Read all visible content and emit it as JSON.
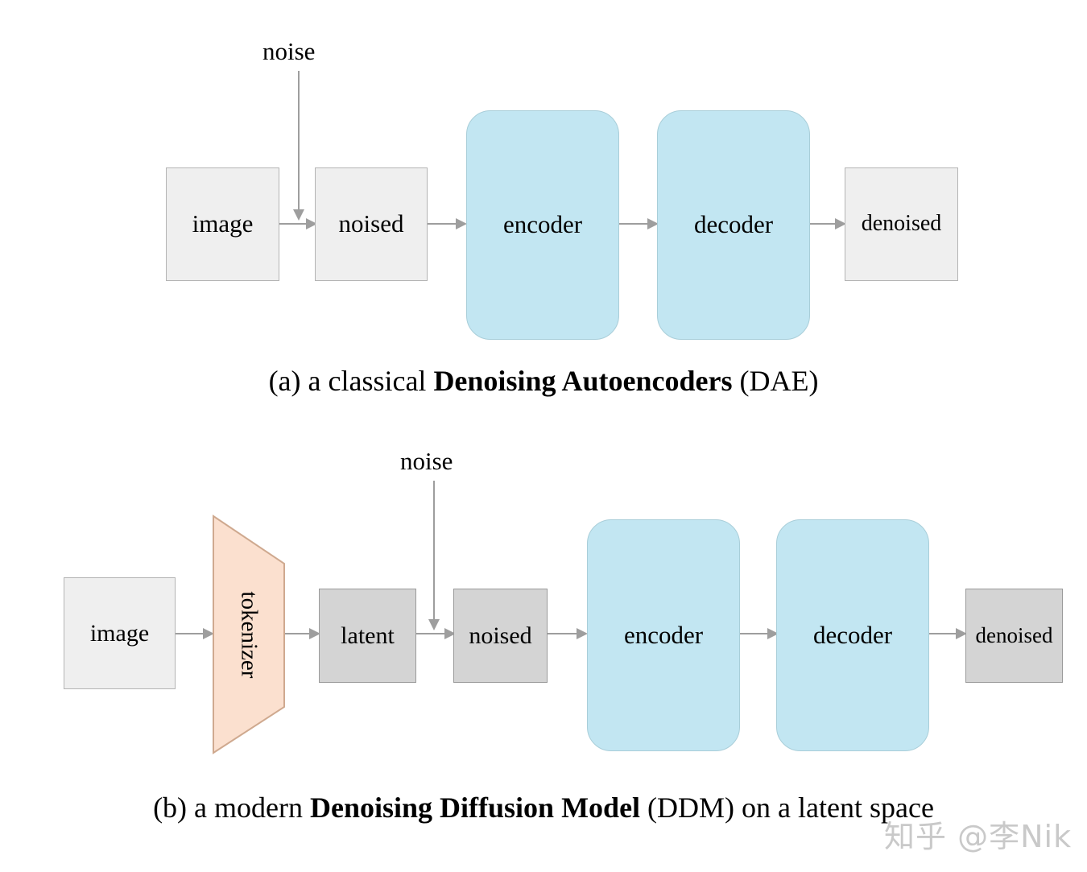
{
  "figure": {
    "panels": [
      {
        "id": "panel-a",
        "caption_prefix": "(a) a classical ",
        "caption_bold": "Denoising Autoencoders",
        "caption_suffix": " (DAE)",
        "noise_label": "noise",
        "nodes": [
          {
            "id": "image",
            "label": "image",
            "style": "box-light"
          },
          {
            "id": "noised",
            "label": "noised",
            "style": "box-light"
          },
          {
            "id": "encoder",
            "label": "encoder",
            "style": "box-blue"
          },
          {
            "id": "decoder",
            "label": "decoder",
            "style": "box-blue"
          },
          {
            "id": "denoised",
            "label": "denoised",
            "style": "box-light"
          }
        ]
      },
      {
        "id": "panel-b",
        "caption_prefix": "(b) a modern ",
        "caption_bold": "Denoising Diffusion Model",
        "caption_suffix": " (DDM) on a latent space",
        "noise_label": "noise",
        "nodes": [
          {
            "id": "image",
            "label": "image",
            "style": "box-light"
          },
          {
            "id": "tokenizer",
            "label": "tokenizer",
            "style": "trapezoid"
          },
          {
            "id": "latent",
            "label": "latent",
            "style": "box-dark"
          },
          {
            "id": "noised",
            "label": "noised",
            "style": "box-dark"
          },
          {
            "id": "encoder",
            "label": "encoder",
            "style": "box-blue"
          },
          {
            "id": "decoder",
            "label": "decoder",
            "style": "box-blue"
          },
          {
            "id": "denoised",
            "label": "denoised",
            "style": "box-dark"
          }
        ]
      }
    ],
    "watermark": "知乎 @李Nik",
    "colors": {
      "blue_fill": "#c2e6f2",
      "blue_stroke": "#a9ced9",
      "light_gray_fill": "#efefef",
      "light_gray_stroke": "#b4b4b4",
      "dark_gray_fill": "#d4d4d4",
      "dark_gray_stroke": "#9a9a9a",
      "peach_fill": "#fbe0cf",
      "peach_stroke": "#cfa98f",
      "arrow": "#9e9e9e",
      "text": "#000000",
      "watermark": "#c9c9c9",
      "background": "#ffffff"
    }
  }
}
